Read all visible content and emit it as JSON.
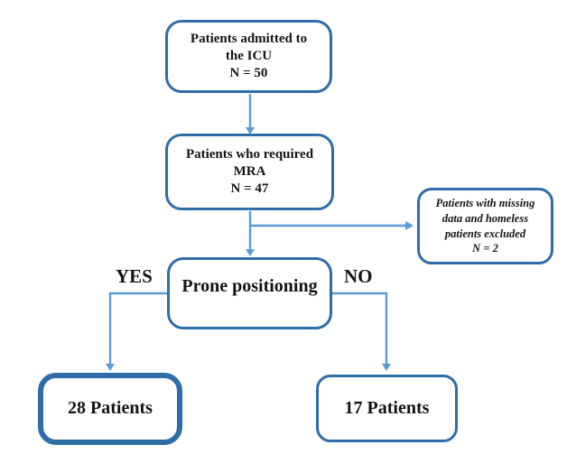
{
  "colors": {
    "box_border": "#2e6da8",
    "connector": "#5b9bd5",
    "text": "#141414"
  },
  "nodes": {
    "admitted": {
      "lines": [
        "Patients admitted to",
        "the ICU",
        "N = 50"
      ]
    },
    "mra": {
      "lines": [
        "Patients who required",
        "MRA",
        "N = 47"
      ]
    },
    "excluded": {
      "lines": [
        "Patients with missing",
        "data and homeless",
        "patients excluded",
        "N = 2"
      ]
    },
    "prone": {
      "label": "Prone positioning"
    },
    "yes_outcome": {
      "label": "28 Patients"
    },
    "no_outcome": {
      "label": "17 Patients"
    }
  },
  "branch_labels": {
    "yes": "YES",
    "no": "NO"
  }
}
